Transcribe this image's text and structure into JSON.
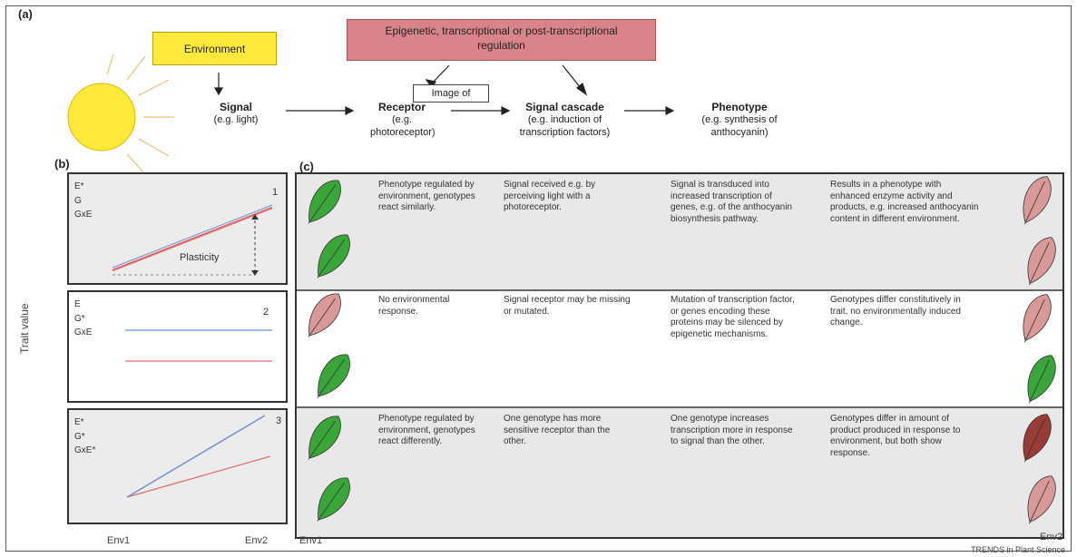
{
  "labels": {
    "a": "(a)",
    "b": "(b)",
    "c": "(c)"
  },
  "environment": "Environment",
  "regulation": "Epigenetic, transcriptional or post-transcriptional regulation",
  "image_chip": "Image of",
  "pathway": [
    {
      "title": "Signal",
      "detail": "(e.g. light)"
    },
    {
      "title": "Receptor",
      "detail": "(e.g. photoreceptor)"
    },
    {
      "title": "Signal cascade",
      "detail": "(e.g. induction of transcription factors)"
    },
    {
      "title": "Phenotype",
      "detail": "(e.g. synthesis of anthocyanin)"
    }
  ],
  "panel_b": {
    "ylabel": "Trait value",
    "plasticity": "Plasticity",
    "env1": "Env1",
    "env2": "Env2",
    "plots": [
      {
        "num": "1",
        "e": "E*",
        "g": "G",
        "gxe": "GxE"
      },
      {
        "num": "2",
        "e": "E",
        "g": "G*",
        "gxe": "GxE"
      },
      {
        "num": "3",
        "e": "E*",
        "g": "G*",
        "gxe": "GxE*"
      }
    ]
  },
  "panel_c": {
    "env1": "Env1",
    "env2": "Env2",
    "rows": [
      {
        "phenotype": "Phenotype regulated by environment, genotypes react similarly.",
        "signal": "Signal received e.g. by perceiving light with a photoreceptor.",
        "cascade": "Signal is transduced into increased transcription of genes, e.g. of the anthocyanin biosynthesis pathway.",
        "result": "Results in a phenotype with enhanced enzyme activity and products, e.g. increased anthocyanin content in different environment."
      },
      {
        "phenotype": "No environmental response.",
        "signal": "Signal receptor may be missing or mutated.",
        "cascade": "Mutation of transcription factor, or genes encoding these proteins may be silenced by epigenetic mechanisms.",
        "result": "Genotypes differ constitutively in trait, no environmentally induced change."
      },
      {
        "phenotype": "Phenotype regulated by environment, genotypes react differently.",
        "signal": "One genotype has more sensitive receptor than the other.",
        "cascade": "One genotype increases transcription more in response to signal than the other.",
        "result": "Genotypes differ in amount of product produced in response to environment, but both show response."
      }
    ]
  },
  "credit": "TRENDS in Plant Science",
  "colors": {
    "yellow": "#ffe93a",
    "pink_box": "#d9848a",
    "leaf_green": "#3aa63a",
    "leaf_pink": "#d99999",
    "leaf_dark": "#9a3b35",
    "line_red": "#e06b6b",
    "line_blue": "#6f8fd6"
  }
}
